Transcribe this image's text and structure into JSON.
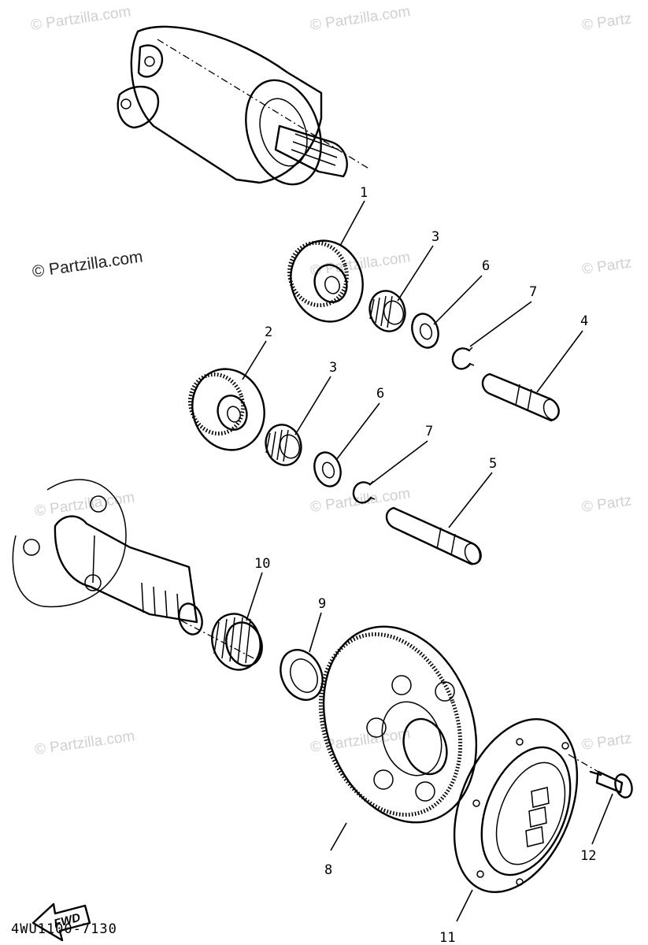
{
  "diagram": {
    "code": "4WU1100-7130",
    "fwd_label": "FWD",
    "watermark": "© Partzilla.com",
    "watermark_partial": "© Partz",
    "callouts": {
      "c1": "1",
      "c2": "2",
      "c3a": "3",
      "c3b": "3",
      "c4": "4",
      "c5": "5",
      "c6a": "6",
      "c6b": "6",
      "c7a": "7",
      "c7b": "7",
      "c8": "8",
      "c9": "9",
      "c10": "10",
      "c11": "11",
      "c12": "12"
    }
  }
}
